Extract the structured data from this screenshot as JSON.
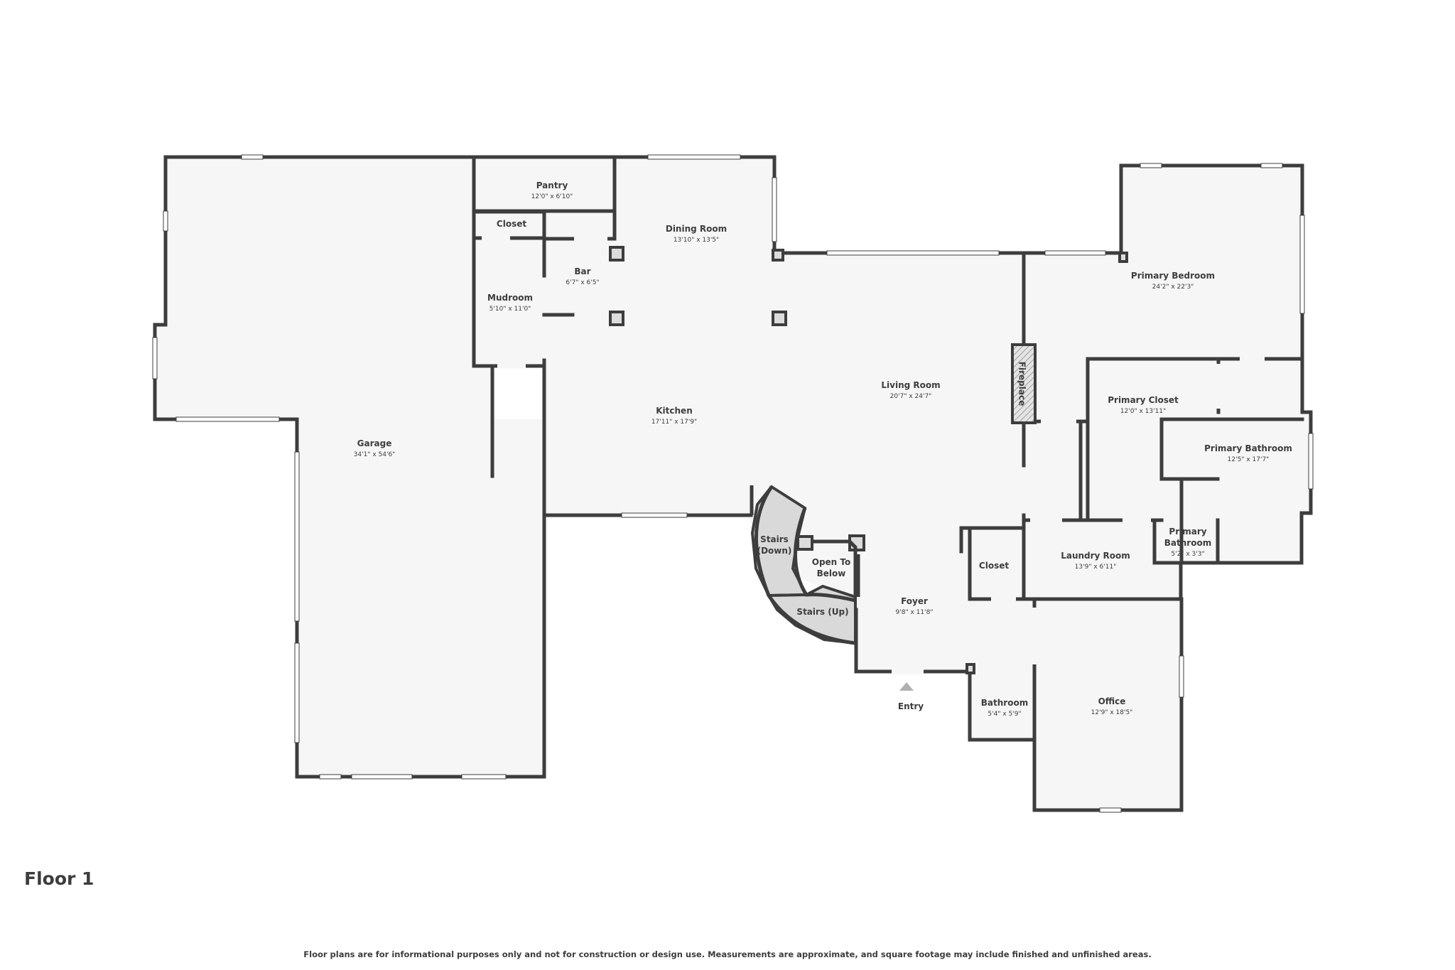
{
  "floor_label": "Floor 1",
  "disclaimer": "Floor plans are for informational purposes only and not for construction or design use. Measurements are approximate, and square footage may include finished and unfinished areas.",
  "entry_label": "Entry",
  "rooms": {
    "garage": {
      "name": "Garage",
      "dims": "34'1\" x 54'6\""
    },
    "pantry": {
      "name": "Pantry",
      "dims": "12'0\" x 6'10\""
    },
    "closet_upper": {
      "name": "Closet"
    },
    "mudroom": {
      "name": "Mudroom",
      "dims": "5'10\" x 11'0\""
    },
    "bar": {
      "name": "Bar",
      "dims": "6'7\" x 6'5\""
    },
    "dining": {
      "name": "Dining Room",
      "dims": "13'10\" x 13'5\""
    },
    "kitchen": {
      "name": "Kitchen",
      "dims": "17'11\" x 17'9\""
    },
    "living": {
      "name": "Living Room",
      "dims": "20'7\" x 24'7\""
    },
    "fireplace": {
      "name": "Fireplace"
    },
    "primary_bedroom": {
      "name": "Primary Bedroom",
      "dims": "24'2\" x 22'3\""
    },
    "primary_closet": {
      "name": "Primary Closet",
      "dims": "12'0\" x 13'11\""
    },
    "primary_bathroom": {
      "name": "Primary Bathroom",
      "dims": "12'5\" x 17'7\""
    },
    "primary_bathroom_small": {
      "name_line1": "Primary",
      "name_line2": "Bathroom",
      "dims": "5'2\" x 3'3\""
    },
    "laundry": {
      "name": "Laundry Room",
      "dims": "13'9\" x 6'11\""
    },
    "closet_foyer": {
      "name": "Closet"
    },
    "stairs_down": {
      "line1": "Stairs",
      "line2": "(Down)"
    },
    "open_to_below": {
      "line1": "Open To",
      "line2": "Below"
    },
    "stairs_up": {
      "name": "Stairs (Up)"
    },
    "foyer": {
      "name": "Foyer",
      "dims": "9'8\" x 11'8\""
    },
    "bathroom": {
      "name": "Bathroom",
      "dims": "5'4\" x 5'9\""
    },
    "office": {
      "name": "Office",
      "dims": "12'9\" x 18'5\""
    }
  },
  "colors": {
    "wall": "#3d3d3d",
    "floor": "#f6f6f6",
    "text": "#3d3d3d"
  }
}
